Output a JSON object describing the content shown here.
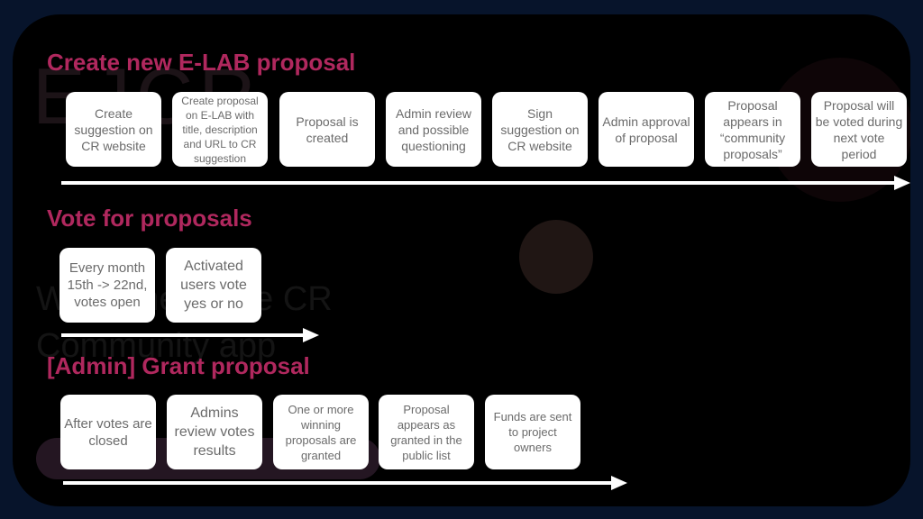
{
  "sections": [
    {
      "title": "Create new E-LAB proposal",
      "steps": [
        "Create suggestion on CR website",
        "Create proposal on E-LAB with title, description and URL to CR suggestion",
        "Proposal is created",
        "Admin review and possible questioning",
        "Sign suggestion on CR website",
        "Admin approval of proposal",
        "Proposal appears in “community proposals”",
        "Proposal will be voted during next vote period"
      ]
    },
    {
      "title": "Vote for proposals",
      "steps": [
        "Every month 15th -> 22nd, votes open",
        "Activated users vote yes or no"
      ]
    },
    {
      "title": "[Admin] Grant proposal",
      "steps": [
        "After votes are closed",
        "Admins review votes results",
        "One or more winning proposals are granted",
        "Proposal appears as granted in the public list",
        "Funds are sent to project owners"
      ]
    }
  ],
  "background": {
    "logo_text": "EJCR",
    "welcome_text": "Welcome to the CR Community app"
  },
  "colors": {
    "accent": "#b0285e",
    "box_fill": "#ffffff",
    "box_text": "#6b6b6b",
    "arrow": "#ffffff",
    "frame": "#000000",
    "outer": "#07142b"
  }
}
